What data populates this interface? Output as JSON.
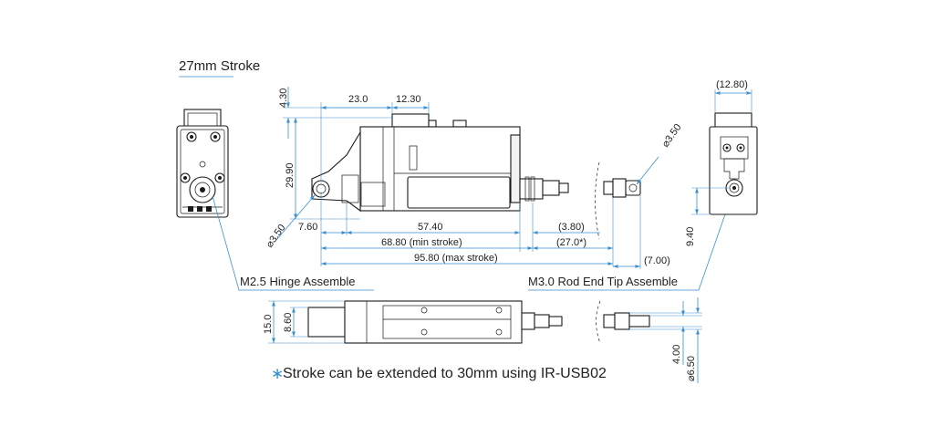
{
  "diagram": {
    "title": "27mm Stroke",
    "dimensions": {
      "h_4_30": "4.30",
      "h_23_0": "23.0",
      "h_12_30": "12.30",
      "h_29_90": "29.90",
      "h_7_60": "7.60",
      "h_57_40": "57.40",
      "h_3_80": "(3.80)",
      "h_68_80": "68.80 (min stroke)",
      "h_27_0": "(27.0*)",
      "h_95_80": "95.80 (max stroke)",
      "h_7_00": "(7.00)",
      "h_12_80": "(12.80)",
      "h_9_40": "9.40",
      "hinge_dia": "⌀3.50",
      "rod_dia": "⌀3.50",
      "h_15_0": "15.0",
      "h_8_60": "8.60",
      "h_4_00": "4.00",
      "h_6_50": "⌀6.50"
    },
    "callouts": {
      "hinge": "M2.5 Hinge Assemble",
      "rod_end": "M3.0 Rod End Tip Assemble"
    },
    "note_marker": "∗",
    "note": "Stroke can be extended to 30mm using IR-USB02"
  }
}
